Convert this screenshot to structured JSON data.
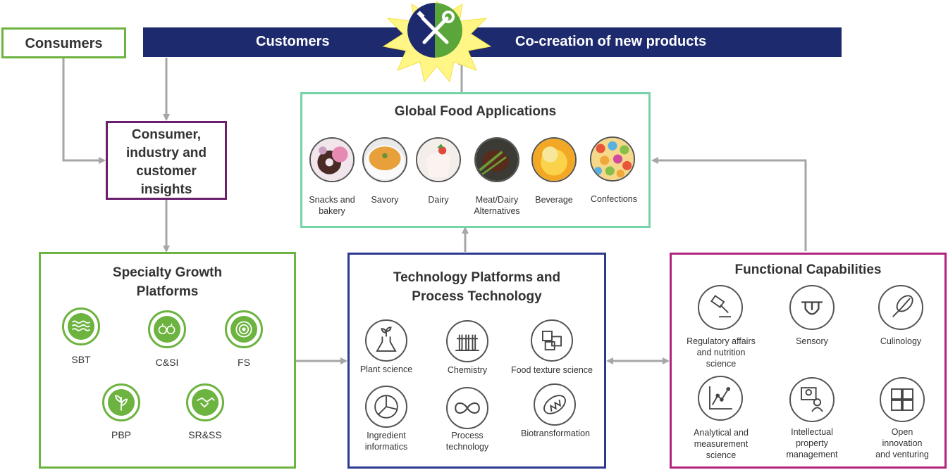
{
  "top": {
    "consumers": "Consumers",
    "customers": "Customers",
    "cocreation": "Co-creation of new products",
    "center_icon": "tools-icon"
  },
  "insights": {
    "title": "Consumer,\nindustry and\ncustomer\ninsights"
  },
  "gfa": {
    "title": "Global Food Applications",
    "items": [
      {
        "label": "Snacks and\nbakery",
        "icon": "snacks-photo"
      },
      {
        "label": "Savory",
        "icon": "soup-photo"
      },
      {
        "label": "Dairy",
        "icon": "dairy-photo"
      },
      {
        "label": "Meat/Dairy\nAlternatives",
        "icon": "meat-photo"
      },
      {
        "label": "Beverage",
        "icon": "beverage-photo"
      },
      {
        "label": "Confections",
        "icon": "confections-photo"
      }
    ]
  },
  "sgp": {
    "title": "Specialty Growth\nPlatforms",
    "items": [
      {
        "label": "SBT",
        "icon": "waves-icon"
      },
      {
        "label": "C&SI",
        "icon": "produce-icon"
      },
      {
        "label": "FS",
        "icon": "target-icon"
      },
      {
        "label": "PBP",
        "icon": "plant-icon"
      },
      {
        "label": "SR&SS",
        "icon": "handshake-icon"
      }
    ]
  },
  "tech": {
    "title": "Technology Platforms and\nProcess Technology",
    "items": [
      {
        "label": "Plant science",
        "icon": "flask-plant-icon"
      },
      {
        "label": "Chemistry",
        "icon": "test-tubes-icon"
      },
      {
        "label": "Food texture science",
        "icon": "texture-icon"
      },
      {
        "label": "Ingredient\ninformatics",
        "icon": "pie-chart-icon"
      },
      {
        "label": "Process\ntechnology",
        "icon": "infinity-icon"
      },
      {
        "label": "Biotransformation",
        "icon": "mitochondria-icon"
      }
    ]
  },
  "func": {
    "title": "Functional Capabilities",
    "items": [
      {
        "label": "Regulatory affairs\nand nutrition\nscience",
        "icon": "gavel-icon"
      },
      {
        "label": "Sensory",
        "icon": "tongue-icon"
      },
      {
        "label": "Culinology",
        "icon": "whisk-icon"
      },
      {
        "label": "Analytical and\nmeasurement\nscience",
        "icon": "line-chart-icon"
      },
      {
        "label": "Intellectual\nproperty\nmanagement",
        "icon": "idea-person-icon"
      },
      {
        "label": "Open\ninnovation\nand venturing",
        "icon": "puzzle-icon"
      }
    ]
  },
  "colors": {
    "navy": "#1e2a6e",
    "green": "#6cb33f",
    "purple": "#6b1f6e",
    "mint": "#74d4a8",
    "blue": "#2b3990",
    "magenta": "#b0247d",
    "arrow": "#a6a6a6"
  }
}
